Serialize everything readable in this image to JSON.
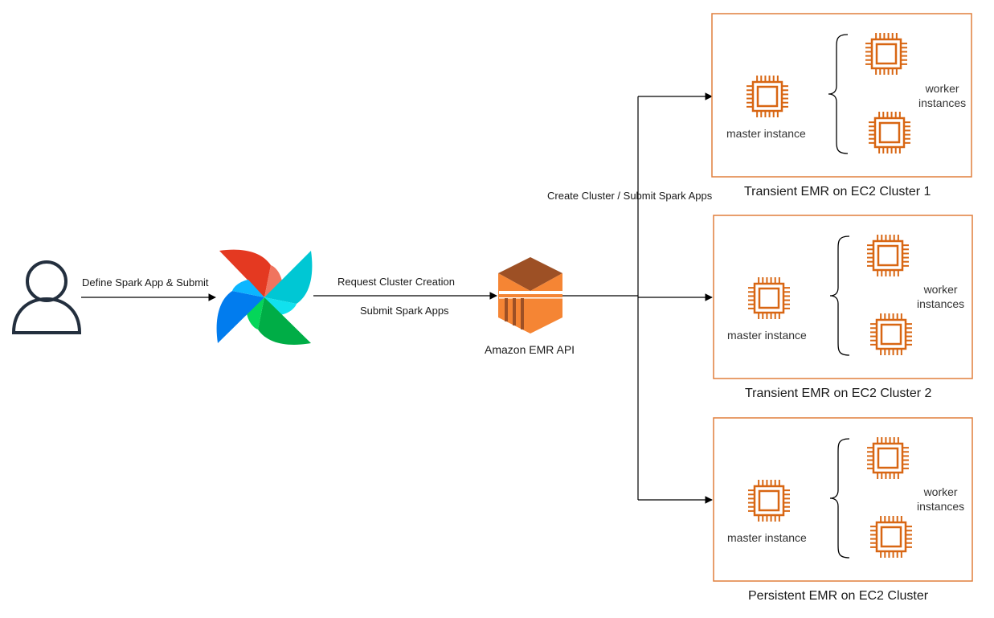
{
  "user": {
    "icon": "user-icon"
  },
  "airflow": {
    "icon": "airflow-pinwheel-icon"
  },
  "emr": {
    "icon": "amazon-emr-icon",
    "label": "Amazon EMR API"
  },
  "edges": {
    "user_to_airflow": "Define Spark App & Submit",
    "airflow_to_emr_top": "Request Cluster Creation",
    "airflow_to_emr_bottom": "Submit Spark Apps",
    "emr_to_clusters": "Create Cluster / Submit Spark Apps"
  },
  "clusters": [
    {
      "title": "Transient EMR on EC2 Cluster 1",
      "master_label": "master instance",
      "worker_label_line1": "worker",
      "worker_label_line2": "instances"
    },
    {
      "title": "Transient EMR on EC2 Cluster 2",
      "master_label": "master instance",
      "worker_label_line1": "worker",
      "worker_label_line2": "instances"
    },
    {
      "title": "Persistent EMR on EC2 Cluster",
      "master_label": "master instance",
      "worker_label_line1": "worker",
      "worker_label_line2": "instances"
    }
  ],
  "colors": {
    "aws_orange": "#e07f3c",
    "chip_orange": "#d86613",
    "line": "#000000",
    "user_stroke": "#232f3e"
  }
}
